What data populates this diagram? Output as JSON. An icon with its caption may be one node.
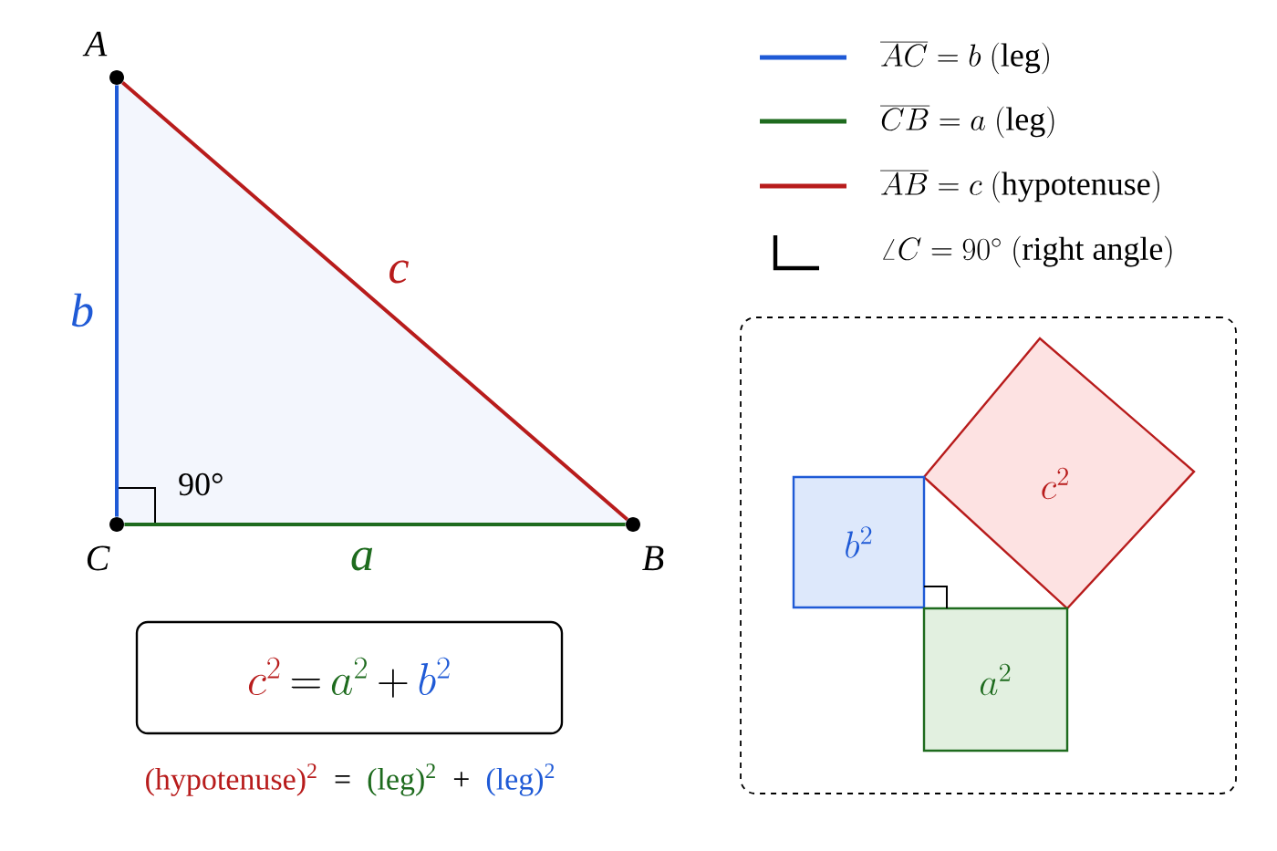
{
  "diagram": {
    "nodes": [
      {
        "text": [
          "A"
        ]
      },
      {
        "text": [
          "C"
        ]
      },
      {
        "text": [
          "B"
        ]
      },
      {
        "text": [
          "c^{2}",
          "=",
          "a^{2}",
          "+",
          "b^{2}"
        ]
      },
      {
        "text": [],
        "shape": "box"
      },
      {
        "text": [
          "c^{2}"
        ],
        "in": 4
      },
      {
        "text": [
          "b^{2}"
        ],
        "in": 4
      },
      {
        "text": [
          "a^{2}"
        ],
        "in": 4
      }
    ],
    "edges": [
      {
        "from": 0,
        "to": 1,
        "arrow": "none",
        "label": "b",
        "color": "#1f5ad6"
      },
      {
        "from": 1,
        "to": 2,
        "arrow": "none",
        "label": "a",
        "color": "#1e6b1e"
      },
      {
        "from": 0,
        "to": 2,
        "arrow": "none",
        "label": "c",
        "color": "#b81c1c"
      }
    ],
    "labels": [
      "90°",
      "(hypotenuse)$^{2}$",
      "=",
      "(leg)$^{2}$",
      "+",
      "(leg)$^{2}$"
    ],
    "legend": [
      {
        "text": "\\overline{AC} = b\\ \\mathrm{(leg)}"
      },
      {
        "text": "\\overline{CB} = a\\ \\mathrm{(leg)}"
      },
      {
        "text": "\\overline{AB} = c\\ \\mathrm{(hypotenuse)}"
      },
      {
        "text": "\\angle C = 90^{\\circ}\\ \\mathrm{(right\\ angle)}"
      }
    ]
  }
}
